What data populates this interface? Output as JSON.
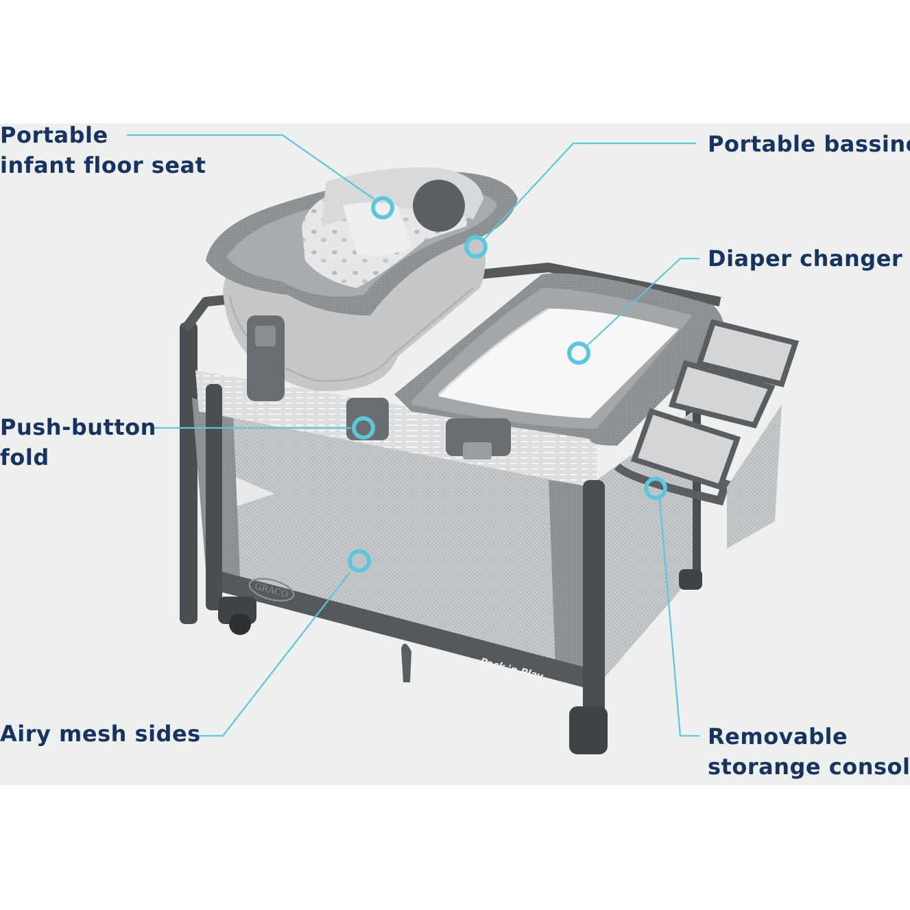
{
  "callouts": {
    "infant_seat": {
      "line1": "Portable",
      "line2": "infant floor seat"
    },
    "bassinet": {
      "line1": "Portable bassinet"
    },
    "diaper_changer": {
      "line1": "Diaper changer"
    },
    "push_button": {
      "line1": "Push-button",
      "line2": "fold"
    },
    "mesh_sides": {
      "line1": "Airy mesh sides"
    },
    "storage_console": {
      "line1": "Removable",
      "line2": "storange console"
    }
  },
  "brand": {
    "logo_text": "GRACO",
    "product_mark": "Pack 'n Play"
  },
  "colors": {
    "label_text": "#17335f",
    "callout_line": "#5cc6dc",
    "background_panel": "#eef0ef",
    "frame": "#4a4d52"
  }
}
